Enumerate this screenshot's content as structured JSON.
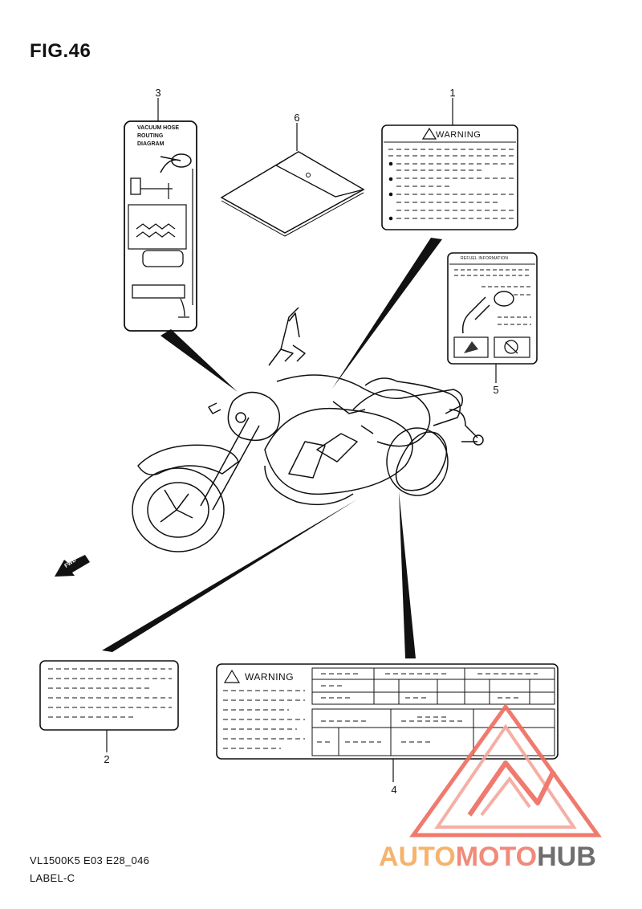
{
  "figure": {
    "title": "FIG.46",
    "model_code": "VL1500K5 E03 E28_046",
    "subtitle": "LABEL-C"
  },
  "callouts": [
    {
      "id": "c1",
      "number": "1"
    },
    {
      "id": "c2",
      "number": "2"
    },
    {
      "id": "c3",
      "number": "3"
    },
    {
      "id": "c4",
      "number": "4"
    },
    {
      "id": "c5",
      "number": "5"
    },
    {
      "id": "c6",
      "number": "6"
    }
  ],
  "labels": {
    "warning_label_1": "WARNING",
    "warning_label_4": "WARNING",
    "vacuum_hose": {
      "line1": "VACUUM HOSE",
      "line2": "ROUTING",
      "line3": "DIAGRAM"
    },
    "fuel_info": "REFUEL INFORMATION",
    "fwd_arrow": "FWD"
  },
  "watermark": {
    "brand_part1": "AUTO",
    "brand_part2": "MOTO",
    "brand_part3": "HUB",
    "colors": {
      "orange": "#f6b36d",
      "red": "#f08a7a",
      "gray": "#6e6e6e"
    }
  }
}
